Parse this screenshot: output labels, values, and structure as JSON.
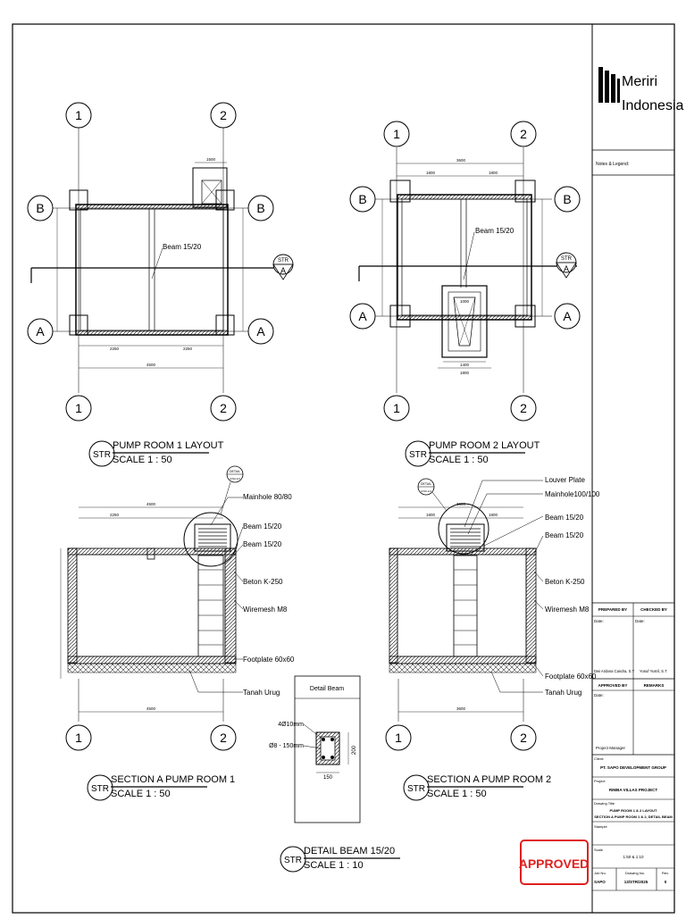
{
  "company": {
    "name_line1": "Meriri",
    "name_line2": "Indonesia"
  },
  "notes_label": "Notes & Legend:",
  "views": {
    "layout1": {
      "tag": "STR",
      "title": "PUMP ROOM 1 LAYOUT",
      "scale": "SCALE 1 : 50"
    },
    "layout2": {
      "tag": "STR",
      "title": "PUMP ROOM 2 LAYOUT",
      "scale": "SCALE 1 : 50"
    },
    "section1": {
      "tag": "STR",
      "title": "SECTION A PUMP ROOM 1",
      "scale": "SCALE 1 : 50"
    },
    "section2": {
      "tag": "STR",
      "title": "SECTION A PUMP ROOM 2",
      "scale": "SCALE 1 : 50"
    },
    "detail": {
      "tag": "STR",
      "title": "DETAIL BEAM 15/20",
      "scale": "SCALE 1 : 10"
    }
  },
  "grid": {
    "g1": "1",
    "g2": "2",
    "gA": "A",
    "gB": "B"
  },
  "section_marker": {
    "top": "STR",
    "bottom": "A"
  },
  "detail_marker": {
    "top": "DETAIL",
    "bottom": "A/S0-1/4"
  },
  "dims": {
    "l1_top": "1500",
    "l1_d1": "2250",
    "l1_d2": "2250",
    "l1_total": "4500",
    "l2_top": "3600",
    "l2_d1": "1800",
    "l2_d2": "1800",
    "l2_pit": "1000",
    "l2_pit2": "1400",
    "l2_pit3": "1800",
    "s1_top": "4500",
    "s1_d1": "2250",
    "s1_bottom": "4500",
    "s2_top": "3600",
    "s2_d1": "1800",
    "s2_d2": "1800",
    "s2_bottom": "3600",
    "det_w": "150",
    "det_h": "200"
  },
  "labels": {
    "beam_1520": "Beam 15/20",
    "mainhole_80": "Mainhole 80/80",
    "mainhole_100": "Mainhole100/100",
    "louver": "Louver Plate",
    "beton": "Beton K-250",
    "wiremesh": "Wiremesh M8",
    "footplate": "Footplate 60x60",
    "tanah": "Tanah Urug",
    "detail_beam_title": "Detail Beam",
    "rebar": "4Ø10mm",
    "stirrup": "Ø8 - 150mm"
  },
  "stamp": "APPROVED",
  "title_block": {
    "prepared_by_label": "PREPARED BY",
    "checked_by_label": "CHECKED BY",
    "date_label": "Date:",
    "prepared_name": "Dwi Ardana Candra, S.T",
    "checked_name": "Yusuf Yusril, S.T",
    "approved_by_label": "APPROVED BY",
    "remarks_label": "REMARKS",
    "project_manager": "Project Manager",
    "client_label": "Client:",
    "client": "PT. SAPO DEVELOPMENT GROUP",
    "project_label": "Project",
    "project": "RIMBA VILLAS PROJECT",
    "drawing_title_label": "Drawing Title",
    "drawing_title_1": "PUMP ROOM 1 & 2 LAYOUT",
    "drawing_title_2": "SECTION A PUMP ROOM 1 & 2, DETAIL BEAM",
    "stample_label": "Stample",
    "scale_label": "Scale",
    "scale": "1:50 & 1:10",
    "job_no_label": "Job No.",
    "drawing_no_label": "Drawing No.",
    "rev_label": "Rev.",
    "job_no": "SAPO",
    "drawing_no": "13/STR/2025",
    "rev": "0"
  }
}
